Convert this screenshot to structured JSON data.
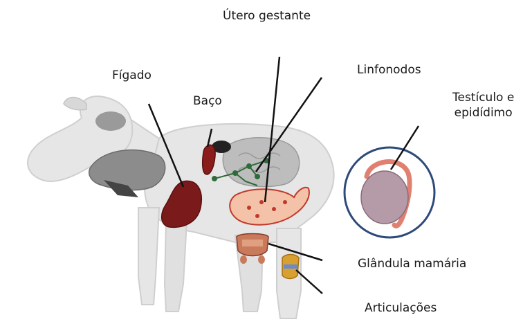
{
  "labels": {
    "utero": "Útero gestante",
    "figado": "Fígado",
    "linfonodos": "Linfonodos",
    "baco": "Baço",
    "testiculo_line1": "Testículo e",
    "testiculo_line2": "epidídimo",
    "mamaria": "Glândula mamária",
    "articulacoes": "Articulações"
  },
  "colors": {
    "sheep_body": "#e6e6e6",
    "sheep_outline": "#cfcfcf",
    "liver": "#7a1a1a",
    "spleen": "#8a1c1c",
    "uterus": "#f4c2a8",
    "uterus_outline": "#c0392b",
    "lymph": "#2f6b3a",
    "testis": "#b59aa8",
    "epididymis": "#e08070",
    "circle": "#2d4a7a",
    "lines": "#111111"
  }
}
